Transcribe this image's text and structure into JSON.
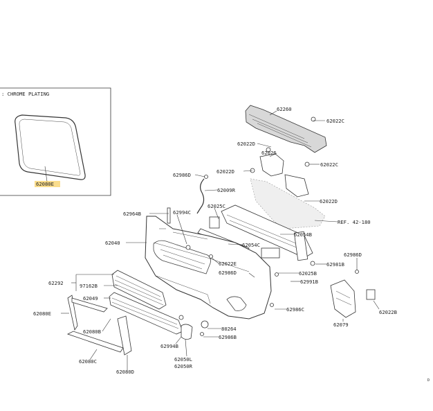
{
  "inset": {
    "heading": ": CHROME PLATING",
    "part_label": "62080E"
  },
  "labels": {
    "p62260": "62260",
    "p62022c_a": "62022C",
    "p62022d_a": "62022D",
    "p62026": "62026",
    "p62022d_b": "62022D",
    "p62022c_b": "62022C",
    "p62986d_a": "62986D",
    "p62009r": "62009R",
    "p62022d_c": "62022D",
    "ref": "REF. 42-180",
    "p62964b": "62964B",
    "p62994c": "62994C",
    "p62025c": "62025C",
    "p62054b": "62054B",
    "p62040": "62040",
    "p62054c": "62054C",
    "p62022e": "62022E",
    "p62986d_b": "62986D",
    "p62025b": "62025B",
    "p62991b": "62991B",
    "p62986d_c": "62986D",
    "p62981b": "62981B",
    "p62292": "62292",
    "p97162b": "97162B",
    "p62049": "62049",
    "p62080e": "62080E",
    "p62986c": "62986C",
    "p62080b": "62080B",
    "p80264": "80264",
    "p62986b": "62986B",
    "p62994b": "62994B",
    "p62079": "62079",
    "p62022b": "62022B",
    "p62080c": "62080C",
    "p62050l": "62050L",
    "p62050r": "62050R",
    "p62080d": "62080D"
  },
  "corner_mark": "D"
}
